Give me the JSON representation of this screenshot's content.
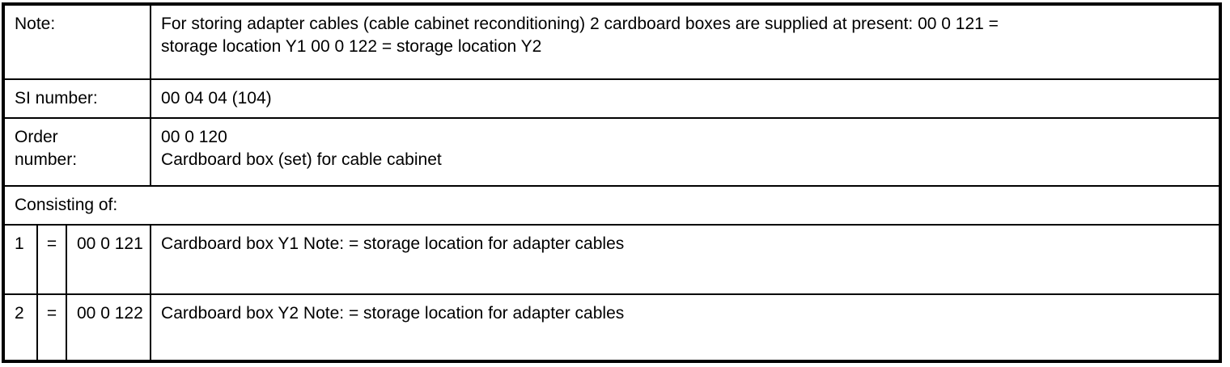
{
  "page": {
    "background_color": "#ffffff",
    "border_color": "#000000",
    "text_color": "#000000"
  },
  "table": {
    "info_rows": [
      {
        "label": "Note:",
        "value": "For storing adapter cables (cable cabinet reconditioning) 2 cardboard boxes are supplied at present: 00 0 121 = storage location Y1 00 0 122 = storage location Y2"
      },
      {
        "label": "SI number:",
        "value": "00 04 04 (104)"
      },
      {
        "label": "Order number:",
        "value_lines": [
          "00 0 120",
          "Cardboard box (set) for cable cabinet"
        ]
      }
    ],
    "section_header": "Consisting of:",
    "items": [
      {
        "index": "1",
        "equals": "=",
        "part_number": "00 0 121",
        "description": "Cardboard box Y1 Note: = storage location for adapter cables"
      },
      {
        "index": "2",
        "equals": "=",
        "part_number": "00 0 122",
        "description": "Cardboard box Y2 Note: = storage location for adapter cables"
      }
    ]
  }
}
